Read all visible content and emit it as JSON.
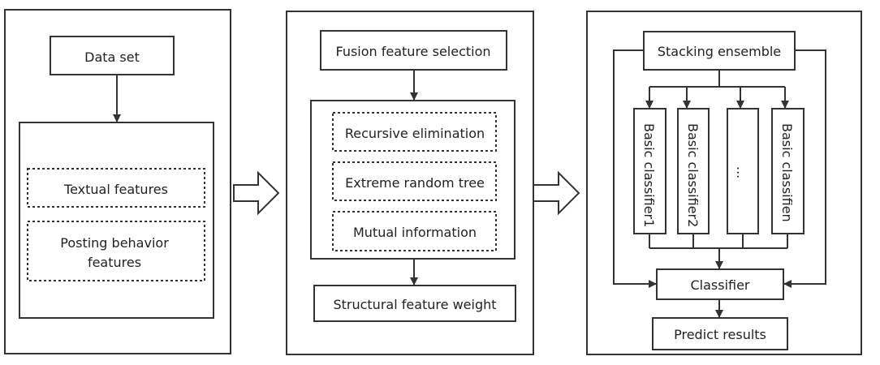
{
  "panel_data": {
    "data_set": "Data set",
    "textual_features": "Textual features",
    "posting_behavior_line1": "Posting behavior",
    "posting_behavior_line2": "features"
  },
  "panel_features": {
    "fusion_selection": "Fusion feature selection",
    "recursive_elimination": "Recursive elimination",
    "extreme_random_tree": "Extreme random tree",
    "mutual_information": "Mutual information",
    "structural_weight": "Structural feature weight"
  },
  "panel_ensemble": {
    "stacking": "Stacking ensemble",
    "classifier_1": "Basic classifier1",
    "classifier_2": "Basic classifier2",
    "classifier_ellipsis": "...",
    "classifier_n": "Basic classifien",
    "classifier": "Classifier",
    "predict": "Predict results"
  }
}
